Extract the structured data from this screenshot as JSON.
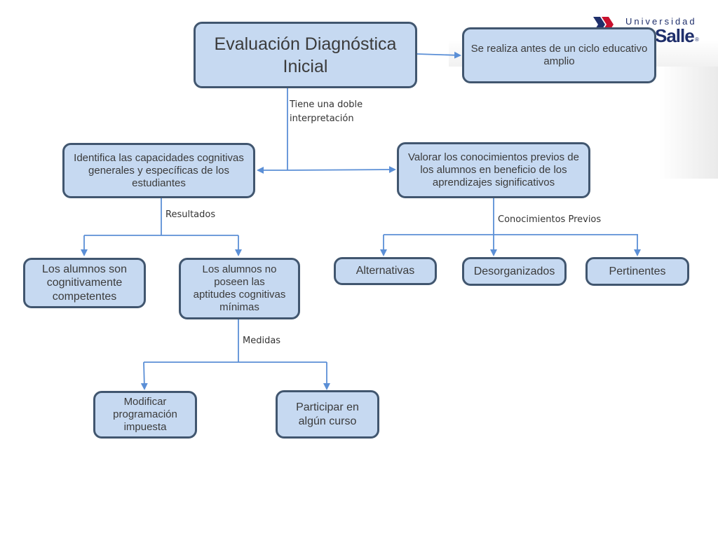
{
  "logo": {
    "line1": "Universidad",
    "line2": "Salle",
    "mark": "®"
  },
  "nodes": {
    "root": "Evaluación Diagnóstica Inicial",
    "before_cycle": "Se realiza antes de un ciclo educativo amplio",
    "identify": "Identifica las capacidades cognitivas generales y específicas de los estudiantes",
    "value_prior": "Valorar los conocimientos previos de los alumnos en beneficio de los aprendizajes significativos",
    "competent": "Los alumnos son cognitivamente competentes",
    "not_minimum": "Los alumnos no poseen las aptitudes cognitivas mínimas",
    "alternatives": "Alternativas",
    "disorganized": "Desorganizados",
    "pertinent": "Pertinentes",
    "modify": "Modificar programación impuesta",
    "course": "Participar en algún curso"
  },
  "labels": {
    "double": "Tiene una doble interpretación",
    "results": "Resultados",
    "prior": "Conocimientos Previos",
    "measures": "Medidas"
  },
  "colors": {
    "node_fill": "#c6d9f1",
    "node_border": "#41566f",
    "connector": "#5b8fd6",
    "logo_red": "#c8102e",
    "logo_blue": "#1f2f6b"
  }
}
